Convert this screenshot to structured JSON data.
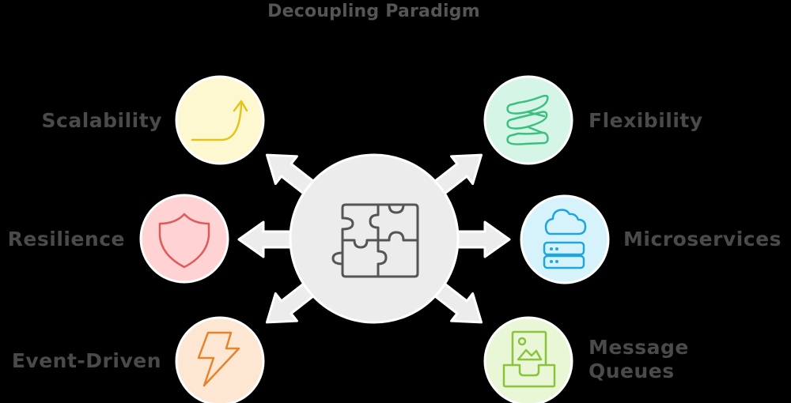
{
  "title": "Decoupling Paradigm",
  "center": {
    "icon": "puzzle-icon",
    "fill": "#ececec",
    "stroke": "#555555"
  },
  "nodes": [
    {
      "id": "scalability",
      "label": "Scalability",
      "side": "left",
      "icon": "trend-up-arrow-icon",
      "bg": "#fdf8d0",
      "color": "#e3c419"
    },
    {
      "id": "flexibility",
      "label": "Flexibility",
      "side": "right",
      "icon": "spring-icon",
      "bg": "#d5f5e6",
      "color": "#3cc07f"
    },
    {
      "id": "resilience",
      "label": "Resilience",
      "side": "left",
      "icon": "shield-icon",
      "bg": "#ffd3d3",
      "color": "#e05a5a"
    },
    {
      "id": "microservices",
      "label": "Microservices",
      "side": "right",
      "icon": "cloud-server-icon",
      "bg": "#d6f3fb",
      "color": "#1fa7dd"
    },
    {
      "id": "event-driven",
      "label": "Event-Driven",
      "side": "left",
      "icon": "lightning-bolt-icon",
      "bg": "#fde6d2",
      "color": "#e4852d"
    },
    {
      "id": "message-queues",
      "label_line1": "Message",
      "label_line2": "Queues",
      "side": "right",
      "icon": "inbox-tray-image-icon",
      "bg": "#e9f7d6",
      "color": "#8ac43c"
    }
  ],
  "arrow_color": "#ececec",
  "text_color": "#4a4a4a"
}
